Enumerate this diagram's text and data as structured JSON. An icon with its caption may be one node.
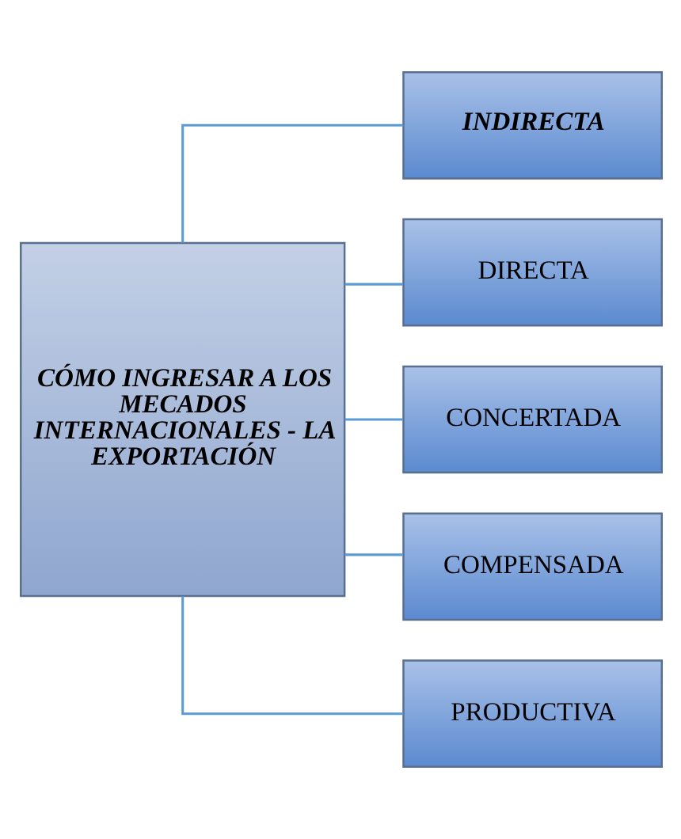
{
  "diagram": {
    "nodes": [
      {
        "text": [
          "CÓMO INGRESAR A LOS MECADOS INTERNACIONALES - LA EXPORTACIÓN"
        ]
      },
      {
        "text": [
          "INDIRECTA"
        ]
      },
      {
        "text": [
          "DIRECTA"
        ]
      },
      {
        "text": [
          "CONCERTADA"
        ]
      },
      {
        "text": [
          "COMPENSADA"
        ]
      },
      {
        "text": [
          "PRODUCTIVA"
        ]
      }
    ],
    "edges": [
      {
        "from": 0,
        "to": 1,
        "arrow": "none"
      },
      {
        "from": 0,
        "to": 2,
        "arrow": "none"
      },
      {
        "from": 0,
        "to": 3,
        "arrow": "none"
      },
      {
        "from": 0,
        "to": 4,
        "arrow": "none"
      },
      {
        "from": 0,
        "to": 5,
        "arrow": "none"
      }
    ]
  }
}
